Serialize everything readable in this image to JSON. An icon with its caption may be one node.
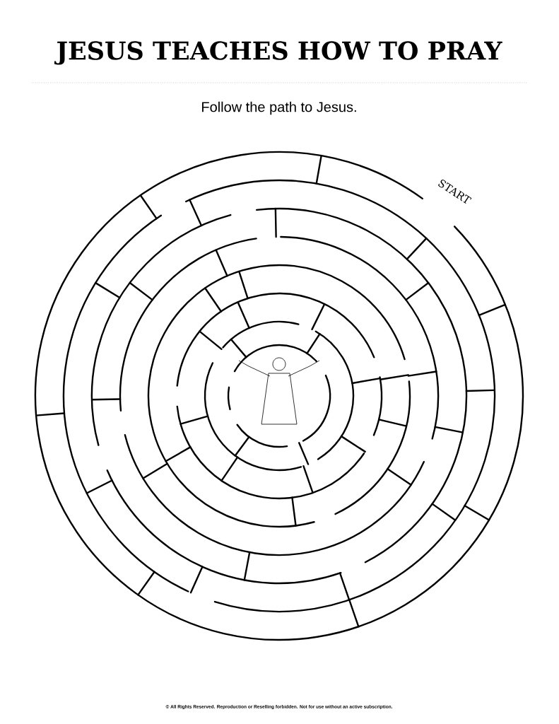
{
  "diagram": {
    "title": "JESUS TEACHES HOW TO PRAY",
    "labels": [
      "Follow the path to Jesus.",
      "START",
      "© All Rights Reserved. Reproduction or Reselling forbidden. Not for use without an active subscription."
    ]
  }
}
